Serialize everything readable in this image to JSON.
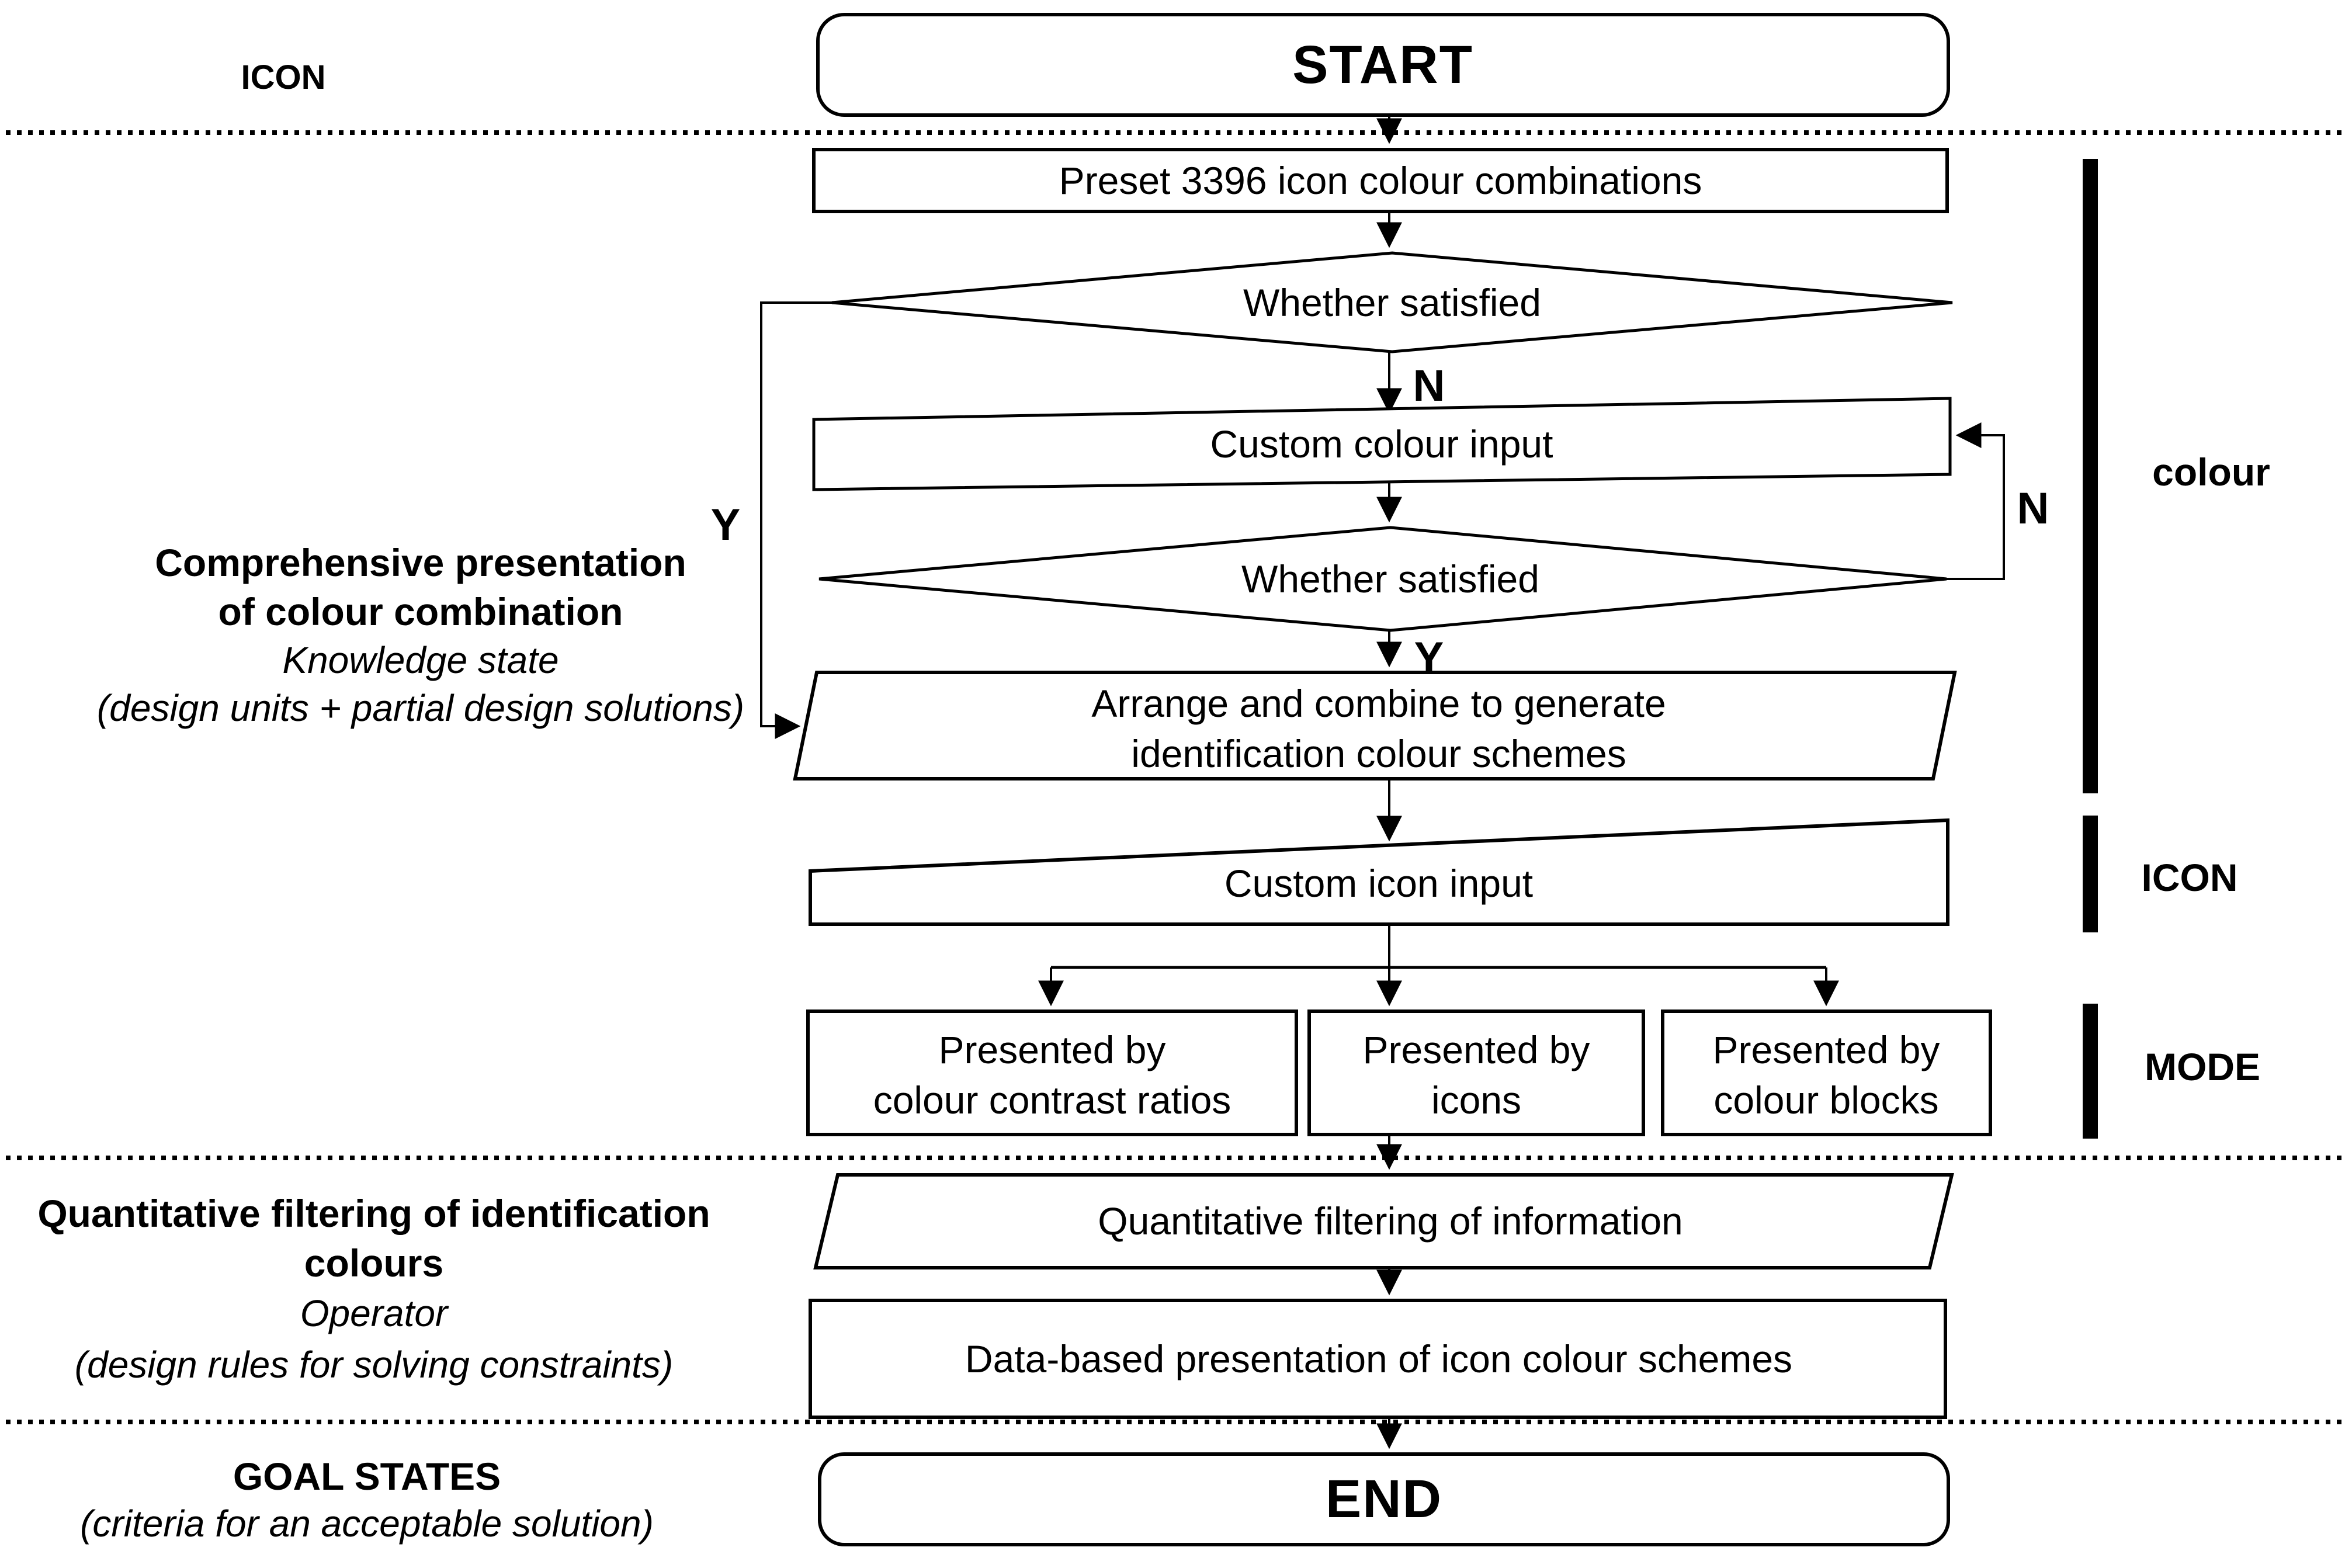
{
  "page": {
    "background": "#ffffff",
    "ink": "#000000"
  },
  "flowchart": {
    "nodes": {
      "start": "START",
      "preset": "Preset 3396 icon colour combinations",
      "decision1": "Whether satisfied",
      "custom_colour": "Custom colour input",
      "decision2": "Whether satisfied",
      "arrange": {
        "line1": "Arrange and combine to generate",
        "line2": "identification colour schemes"
      },
      "custom_icon": "Custom icon input",
      "mode1": {
        "line1": "Presented by",
        "line2": "colour contrast ratios"
      },
      "mode2": {
        "line1": "Presented by",
        "line2": "icons"
      },
      "mode3": {
        "line1": "Presented by",
        "line2": "colour blocks"
      },
      "filtering": "Quantitative filtering of information",
      "data_based": "Data-based presentation of icon colour schemes",
      "end": "END"
    },
    "branches": {
      "n_from_decision1": "N",
      "y_from_decision1": "Y",
      "y_from_decision2": "Y",
      "n_from_decision2": "N"
    },
    "left_labels": {
      "icon_top": "ICON",
      "knowledge": {
        "line1": "Comprehensive presentation",
        "line2": "of colour combination",
        "line3": "Knowledge state",
        "line4": "(design units + partial design solutions)"
      },
      "operator": {
        "line1": "Quantitative filtering of identification",
        "line2": "colours",
        "line3": "Operator",
        "line4": "(design rules for solving constraints)"
      },
      "goal": {
        "line1": "GOAL STATES",
        "line2": "(criteria for an acceptable solution)"
      }
    },
    "right_labels": {
      "colour": "colour",
      "icon": "ICON",
      "mode": "MODE"
    }
  }
}
